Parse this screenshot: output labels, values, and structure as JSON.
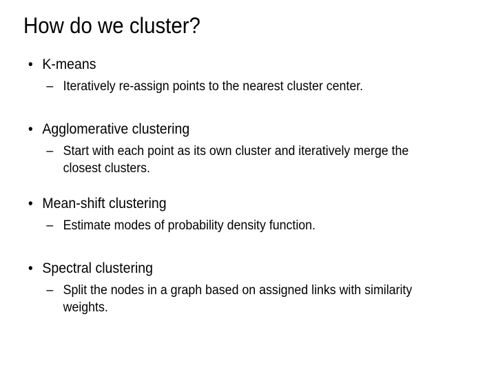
{
  "slide": {
    "title": "How do we cluster?",
    "background_color": "#ffffff",
    "text_color": "#000000",
    "bullet_marker": "•",
    "sub_bullet_marker": "–",
    "sections": [
      {
        "heading": "K-means",
        "detail": "Iteratively re-assign points to the nearest cluster center."
      },
      {
        "heading": "Agglomerative clustering",
        "detail": "Start with each point as its own cluster and iteratively merge the closest clusters."
      },
      {
        "heading": "Mean-shift clustering",
        "detail": "Estimate modes of probability density function."
      },
      {
        "heading": "Spectral clustering",
        "detail": "Split the nodes in a graph based on assigned links with similarity weights."
      }
    ]
  }
}
